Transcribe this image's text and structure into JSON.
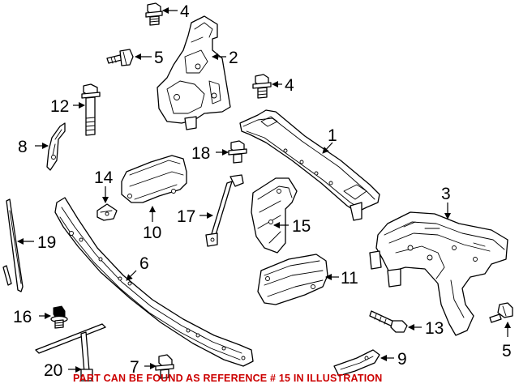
{
  "callouts": {
    "c1": "1",
    "c2": "2",
    "c3": "3",
    "c4a": "4",
    "c4b": "4",
    "c5a": "5",
    "c5b": "5",
    "c6": "6",
    "c7": "7",
    "c8": "8",
    "c9": "9",
    "c10": "10",
    "c11": "11",
    "c12": "12",
    "c13": "13",
    "c14": "14",
    "c15": "15",
    "c16": "16",
    "c17": "17",
    "c18": "18",
    "c19": "19",
    "c20": "20"
  },
  "notice": "PART CAN BE FOUND AS REFERENCE # 15 IN ILLUSTRATION",
  "colors": {
    "notice": "#cc0000",
    "line": "#000000",
    "background": "#ffffff"
  }
}
